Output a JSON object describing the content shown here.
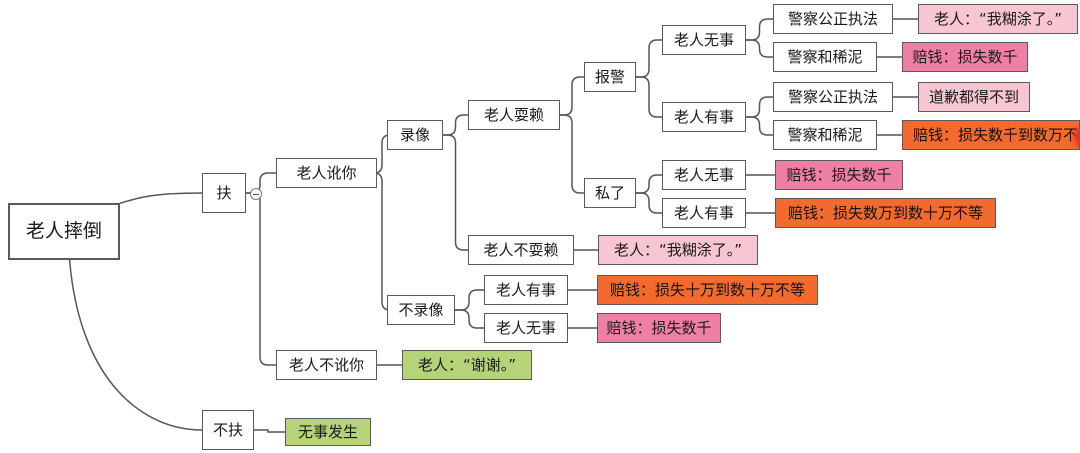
{
  "diagram": {
    "nodes": {
      "root": "老人摔倒",
      "help": "扶",
      "no_help": "不扶",
      "nothing_happens": "无事发生",
      "blame": "老人讹你",
      "no_blame": "老人不讹你",
      "thanks": "老人：“谢谢。”",
      "record": "录像",
      "no_record": "不录像",
      "scam": "老人耍赖",
      "no_scam": "老人不耍赖",
      "no_scam_reply": "老人：“我糊涂了。”",
      "report": "报警",
      "private": "私了",
      "rep_ok": "老人无事",
      "rep_hurt": "老人有事",
      "police_fair_1": "警察公正执法",
      "police_fair_1_result": "老人：“我糊涂了。”",
      "police_mud_1": "警察和稀泥",
      "police_mud_1_result": "赔钱：损失数千",
      "police_fair_2": "警察公正执法",
      "police_fair_2_result": "道歉都得不到",
      "police_mud_2": "警察和稀泥",
      "police_mud_2_result": "赔钱：损失数千到数万不等",
      "priv_ok": "老人无事",
      "priv_ok_result": "赔钱：损失数千",
      "priv_hurt": "老人有事",
      "priv_hurt_result": "赔钱：损失数万到数十万不等",
      "norec_hurt": "老人有事",
      "norec_hurt_result": "赔钱：损失十万到数十万不等",
      "norec_ok": "老人无事",
      "norec_ok_result": "赔钱：损失数千"
    },
    "colors": {
      "pink": "#f7c6d2",
      "magenta": "#ef7fa6",
      "orange": "#f26a2d",
      "green": "#b6d37a",
      "line": "#555555"
    },
    "icons": [
      "collapse-toggle-icon"
    ]
  }
}
